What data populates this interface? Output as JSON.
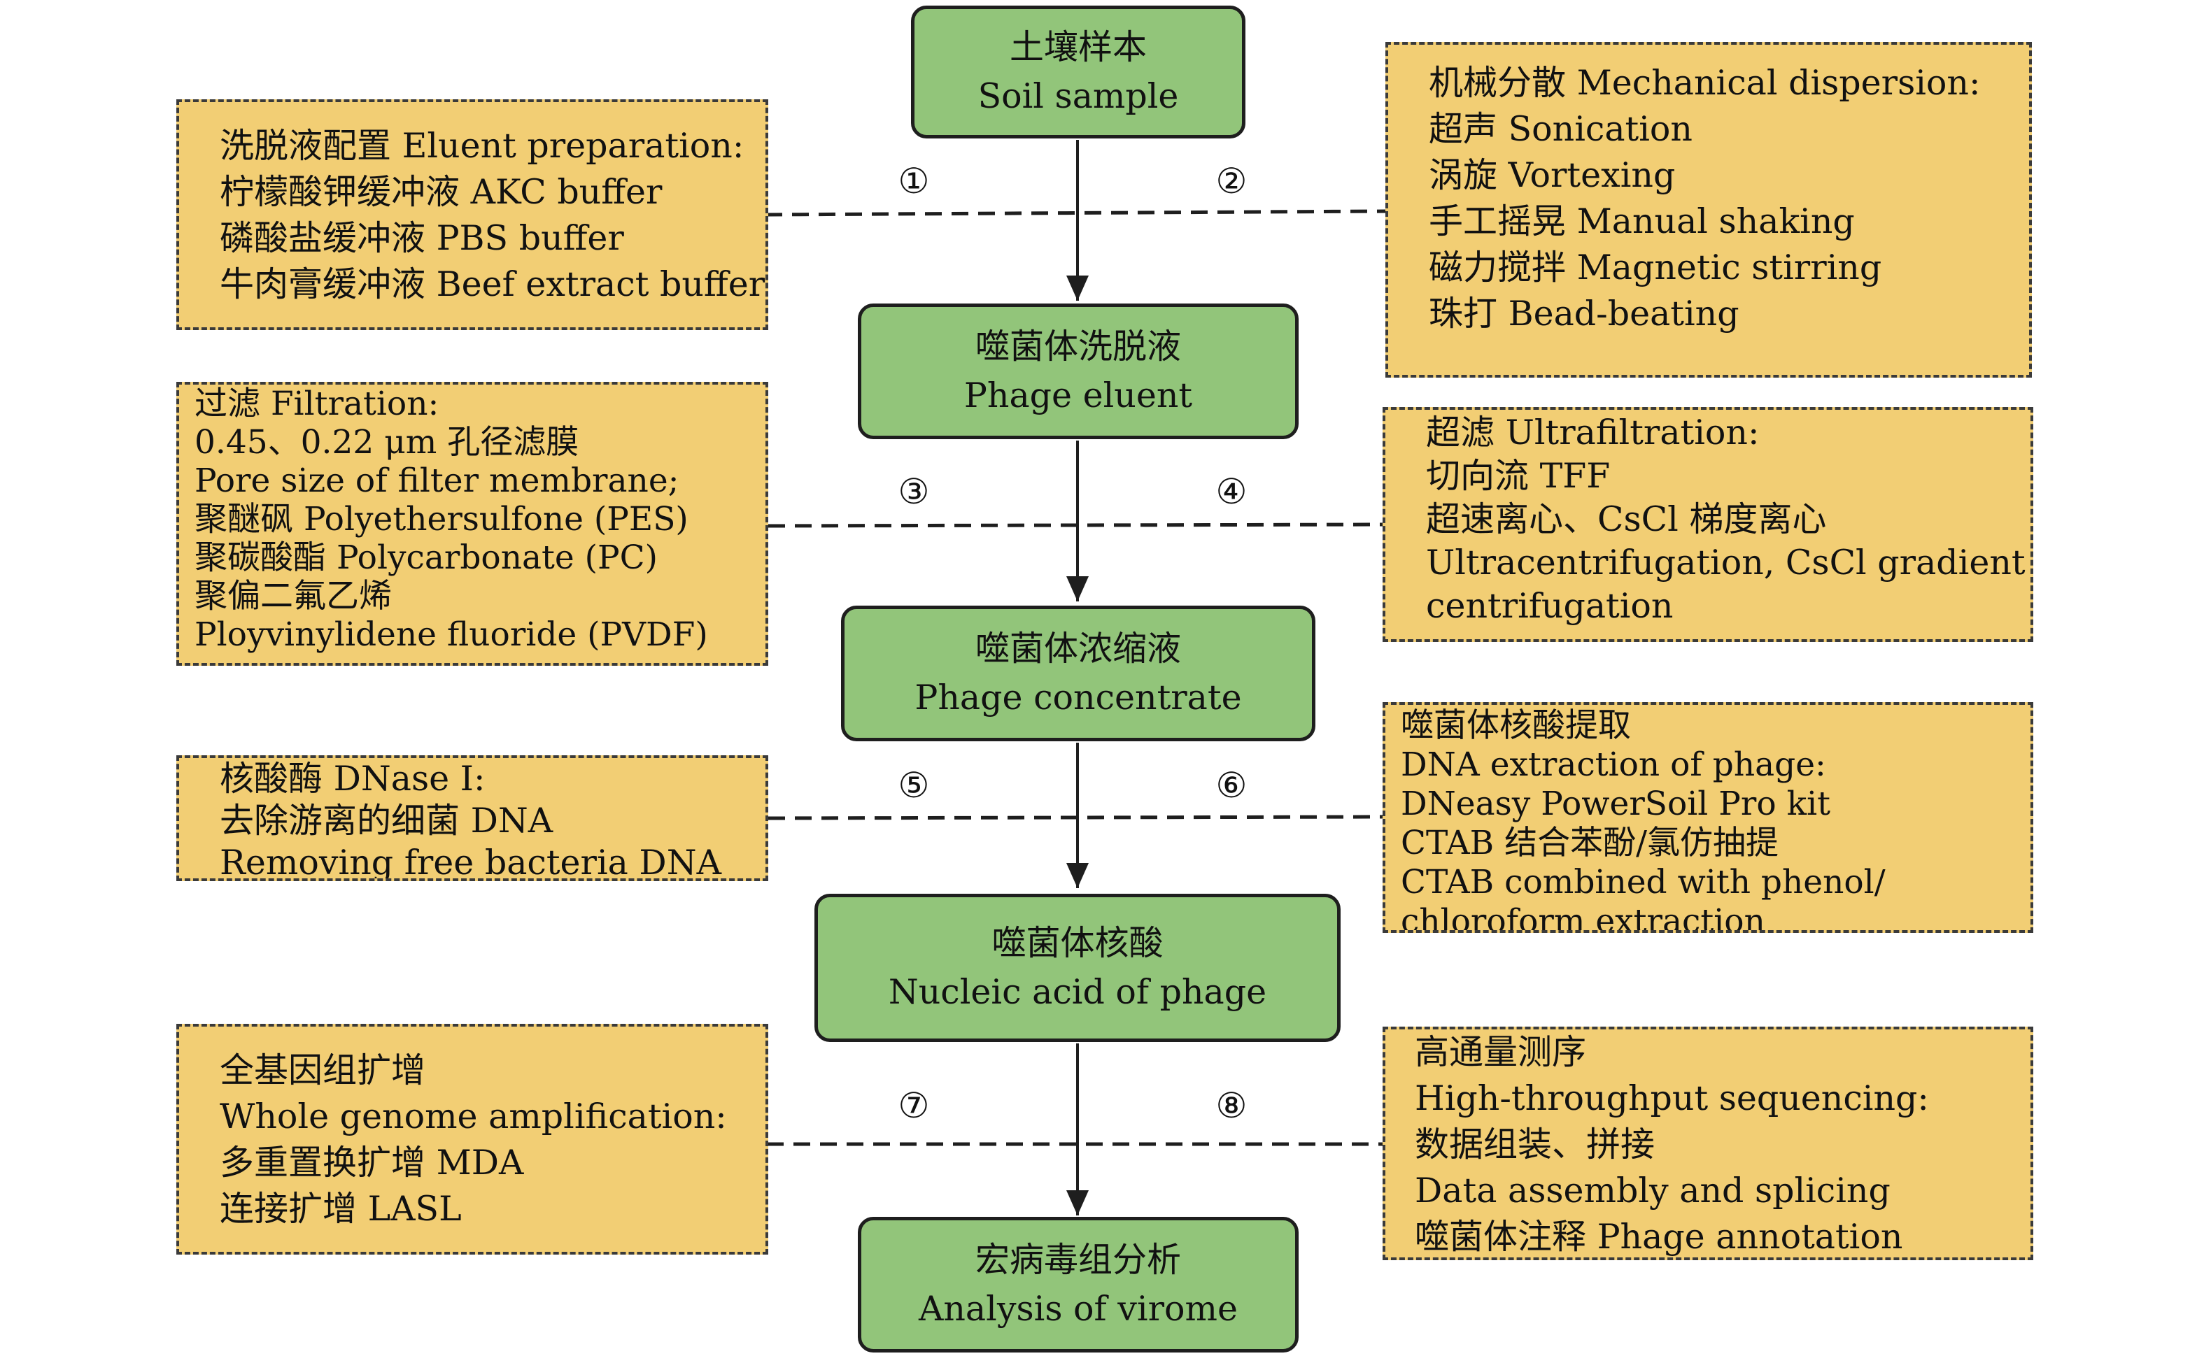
{
  "steps": [
    {
      "cn": "土壤样本",
      "en": "Soil sample"
    },
    {
      "cn": "噬菌体洗脱液",
      "en": "Phage eluent"
    },
    {
      "cn": "噬菌体浓缩液",
      "en": "Phage concentrate"
    },
    {
      "cn": "噬菌体核酸",
      "en": "Nucleic acid of phage"
    },
    {
      "cn": "宏病毒组分析",
      "en": "Analysis of virome"
    }
  ],
  "markers": [
    "①",
    "②",
    "③",
    "④",
    "⑤",
    "⑥",
    "⑦",
    "⑧"
  ],
  "notes": {
    "eluent": [
      "洗脱液配置 Eluent preparation:",
      "柠檬酸钾缓冲液 AKC buffer",
      "磷酸盐缓冲液 PBS buffer",
      "牛肉膏缓冲液 Beef extract buffer"
    ],
    "dispersion": [
      "机械分散 Mechanical dispersion:",
      "超声 Sonication",
      "涡旋 Vortexing",
      "手工摇晃 Manual shaking",
      "磁力搅拌 Magnetic stirring",
      "珠打 Bead-beating"
    ],
    "filtration": [
      "过滤 Filtration:",
      "0.45、0.22 μm 孔径滤膜",
      "Pore size of filter membrane;",
      "聚醚砜 Polyethersulfone (PES)",
      "聚碳酸酯 Polycarbonate (PC)",
      "聚偏二氟乙烯",
      "Ployvinylidene fluoride (PVDF)"
    ],
    "ultrafiltration": [
      "超滤 Ultrafiltration:",
      "切向流 TFF",
      "超速离心、CsCl 梯度离心",
      "Ultracentrifugation, CsCl gradient",
      "centrifugation"
    ],
    "dnase": [
      "核酸酶 DNase I:",
      "去除游离的细菌 DNA",
      "Removing free bacteria DNA"
    ],
    "extraction": [
      "噬菌体核酸提取",
      "DNA extraction of phage:",
      "DNeasy PowerSoil Pro kit",
      "CTAB 结合苯酚/氯仿抽提",
      "CTAB combined with phenol/",
      "chloroform extraction"
    ],
    "amplification": [
      "全基因组扩增",
      "Whole genome amplification:",
      "多重置换扩增 MDA",
      "连接扩增 LASL"
    ],
    "sequencing": [
      "高通量测序",
      "High-throughput sequencing:",
      "数据组装、拼接",
      "Data assembly and splicing",
      "噬菌体注释 Phage annotation"
    ]
  },
  "colors": {
    "step_fill": "#92c57a",
    "note_fill": "#f2ce74",
    "line": "#1e1e1e"
  }
}
